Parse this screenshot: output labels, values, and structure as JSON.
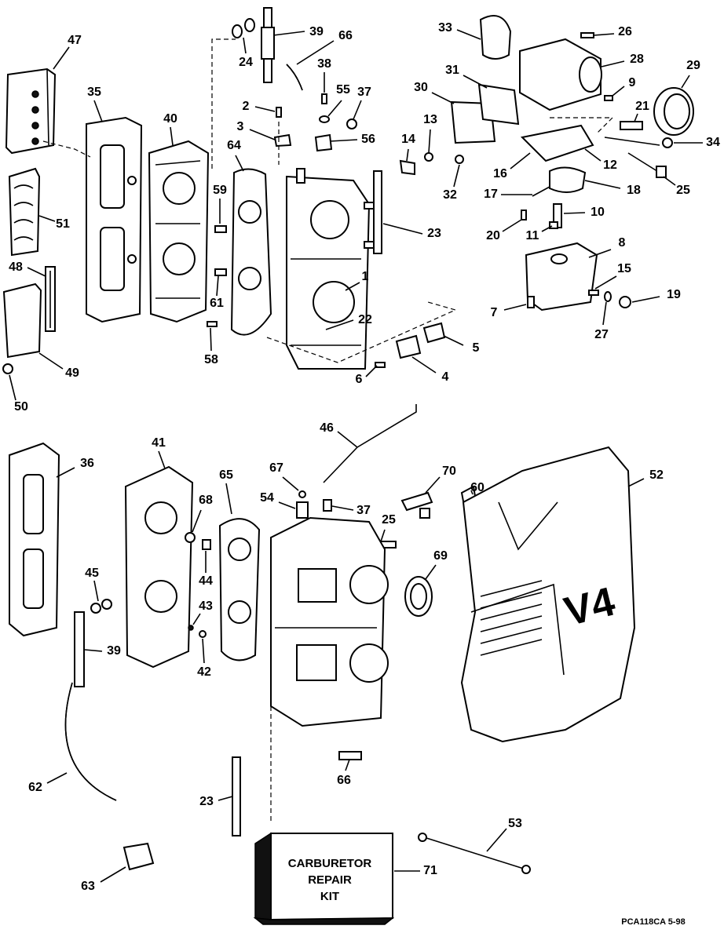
{
  "callouts": [
    "47",
    "35",
    "40",
    "39",
    "24",
    "66",
    "38",
    "2",
    "55",
    "37",
    "3",
    "56",
    "64",
    "59",
    "61",
    "58",
    "1",
    "22",
    "23",
    "6",
    "4",
    "5",
    "51",
    "48",
    "49",
    "50",
    "33",
    "26",
    "28",
    "31",
    "30",
    "9",
    "29",
    "21",
    "13",
    "14",
    "32",
    "16",
    "12",
    "34",
    "17",
    "18",
    "25",
    "20",
    "11",
    "10",
    "8",
    "15",
    "19",
    "7",
    "27",
    "46",
    "36",
    "41",
    "65",
    "67",
    "54",
    "37",
    "70",
    "60",
    "25",
    "52",
    "68",
    "44",
    "69",
    "43",
    "45",
    "42",
    "39",
    "62",
    "66",
    "23",
    "53",
    "63",
    "71"
  ],
  "kit_label": [
    "CARBURETOR",
    "REPAIR",
    "KIT"
  ],
  "emblem": "V4",
  "drawing_code": "PCA118CA  5-98"
}
